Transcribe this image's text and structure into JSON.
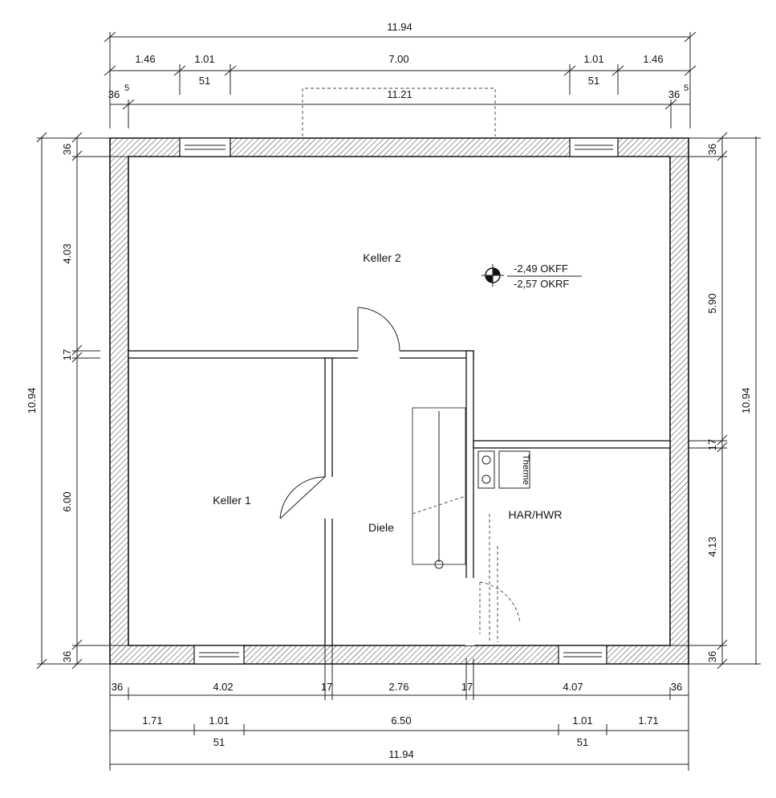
{
  "rooms": {
    "keller2": "Keller 2",
    "keller1": "Keller 1",
    "diele": "Diele",
    "har_hwr": "HAR/HWR",
    "therme": "Therme"
  },
  "level_marker": {
    "okff": "-2,49 OKFF",
    "okrf": "-2,57 OKRF"
  },
  "top_dims": {
    "overall": "11.94",
    "row2": [
      "1.46",
      "1.01",
      "7.00",
      "1.01",
      "1.46"
    ],
    "row2_sub": [
      "51",
      "51"
    ],
    "row3": [
      "36",
      "11.21",
      "36"
    ],
    "sup": "5"
  },
  "bottom_dims": {
    "row1": [
      "36",
      "4.02",
      "17",
      "2.76",
      "17",
      "4.07",
      "36"
    ],
    "row2": [
      "1.71",
      "1.01",
      "6.50",
      "1.01",
      "1.71"
    ],
    "row2_sub": [
      "51",
      "51"
    ],
    "overall": "11.94"
  },
  "left_dims": {
    "overall": "10.94",
    "segments": [
      "36",
      "4.03",
      "17",
      "6.00",
      "36"
    ]
  },
  "right_dims": {
    "overall": "10.94",
    "segments": [
      "36",
      "5.90",
      "17",
      "4.13",
      "36"
    ]
  }
}
